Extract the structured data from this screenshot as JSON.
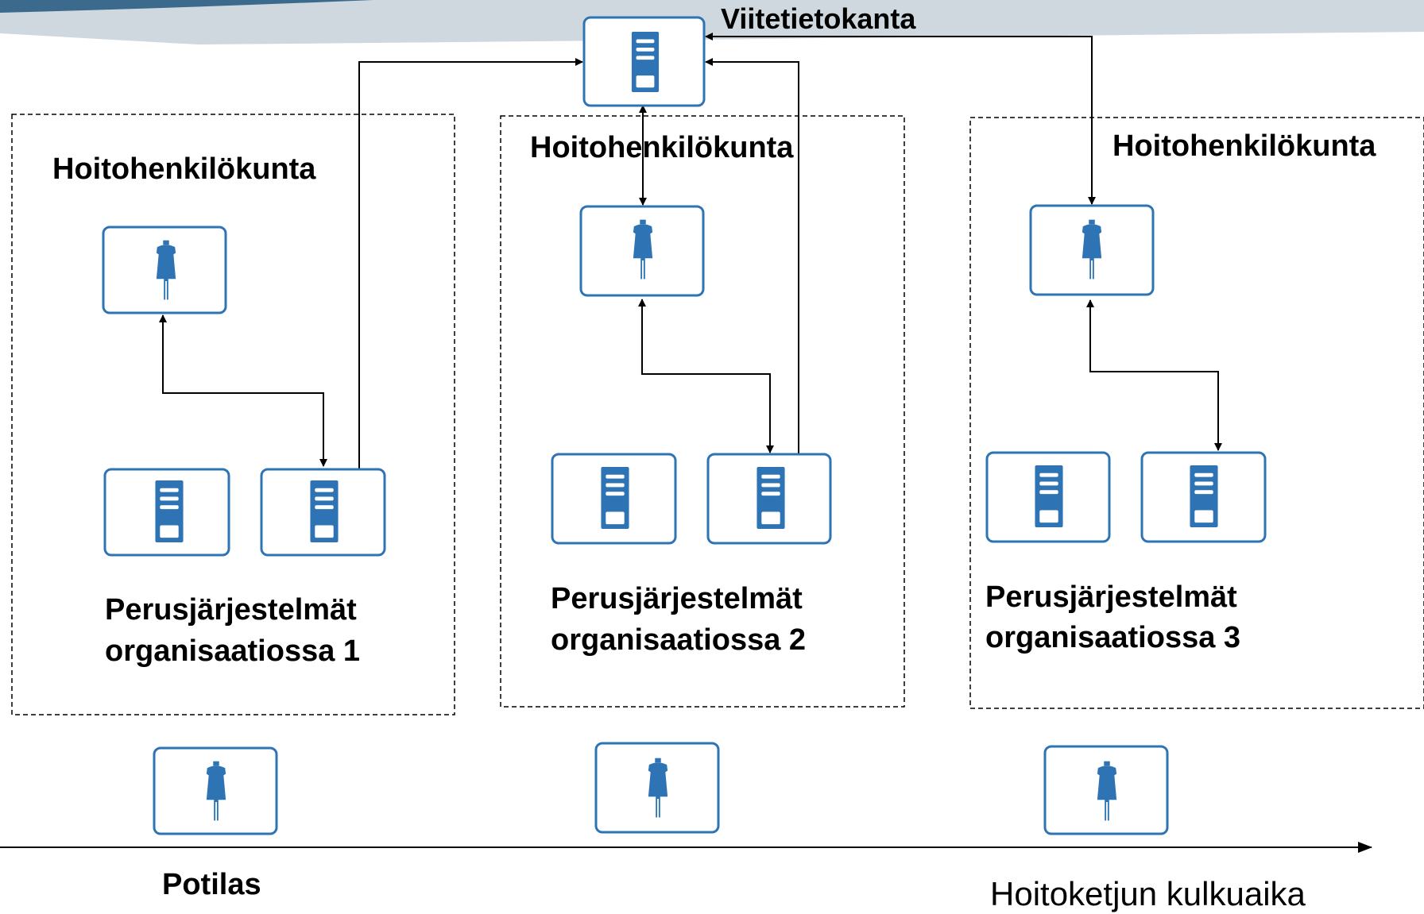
{
  "reference_database": {
    "label": "Viitetietokanta",
    "icon": "server-icon"
  },
  "organizations": [
    {
      "staff_label": "Hoitohenkilökunta",
      "systems_label": [
        "Perusjärjestelmät",
        "organisaatiossa 1"
      ]
    },
    {
      "staff_label": "Hoitohenkilökunta",
      "systems_label": [
        "Perusjärjestelmät",
        "organisaatiossa 2"
      ]
    },
    {
      "staff_label": "Hoitohenkilökunta",
      "systems_label": [
        "Perusjärjestelmät",
        "organisaatiossa 3"
      ]
    }
  ],
  "patient": {
    "label": "Potilas",
    "icon": "person-icon"
  },
  "timeline": {
    "label": "Hoitoketjun kulkuaika"
  },
  "colors": {
    "accent": "#2e74b5",
    "header_band": "#3c6a8c",
    "header_band_light": "#cfd8df",
    "line": "#000000"
  }
}
